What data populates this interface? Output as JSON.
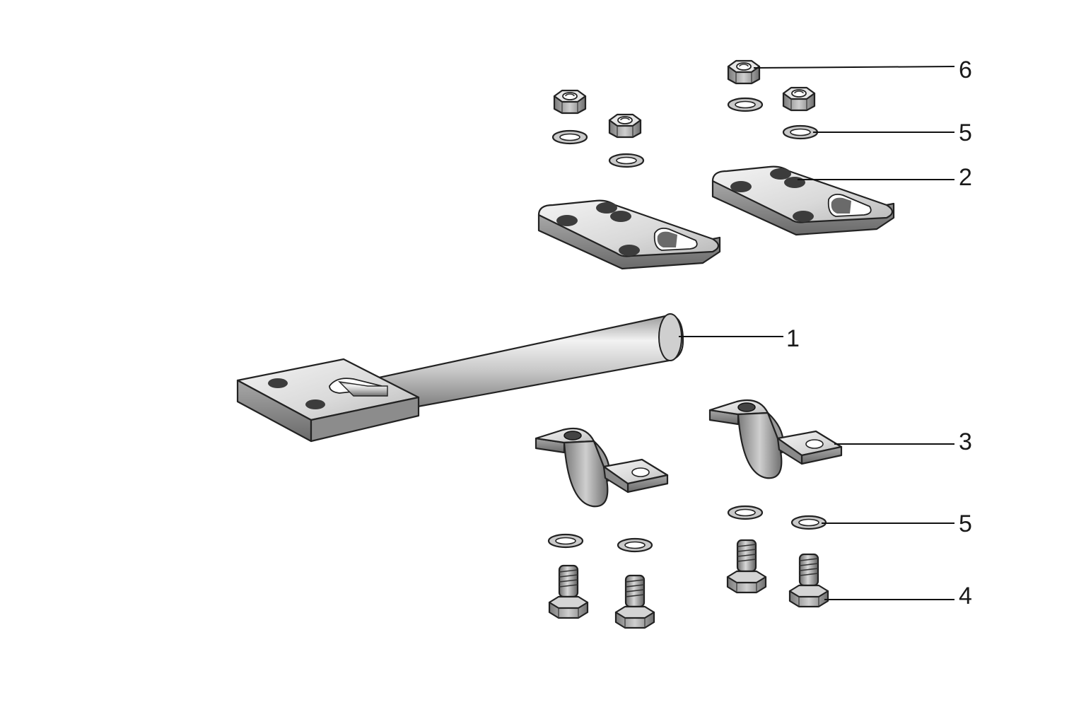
{
  "callouts": [
    {
      "id": "c1",
      "number": "1",
      "part": "tube-bar"
    },
    {
      "id": "c2",
      "number": "2",
      "part": "mounting-plate"
    },
    {
      "id": "c3",
      "number": "3",
      "part": "clamp-bracket"
    },
    {
      "id": "c4",
      "number": "4",
      "part": "hex-bolt"
    },
    {
      "id": "c5a",
      "number": "5",
      "part": "washer"
    },
    {
      "id": "c5b",
      "number": "5",
      "part": "washer"
    },
    {
      "id": "c6",
      "number": "6",
      "part": "hex-nut"
    }
  ]
}
